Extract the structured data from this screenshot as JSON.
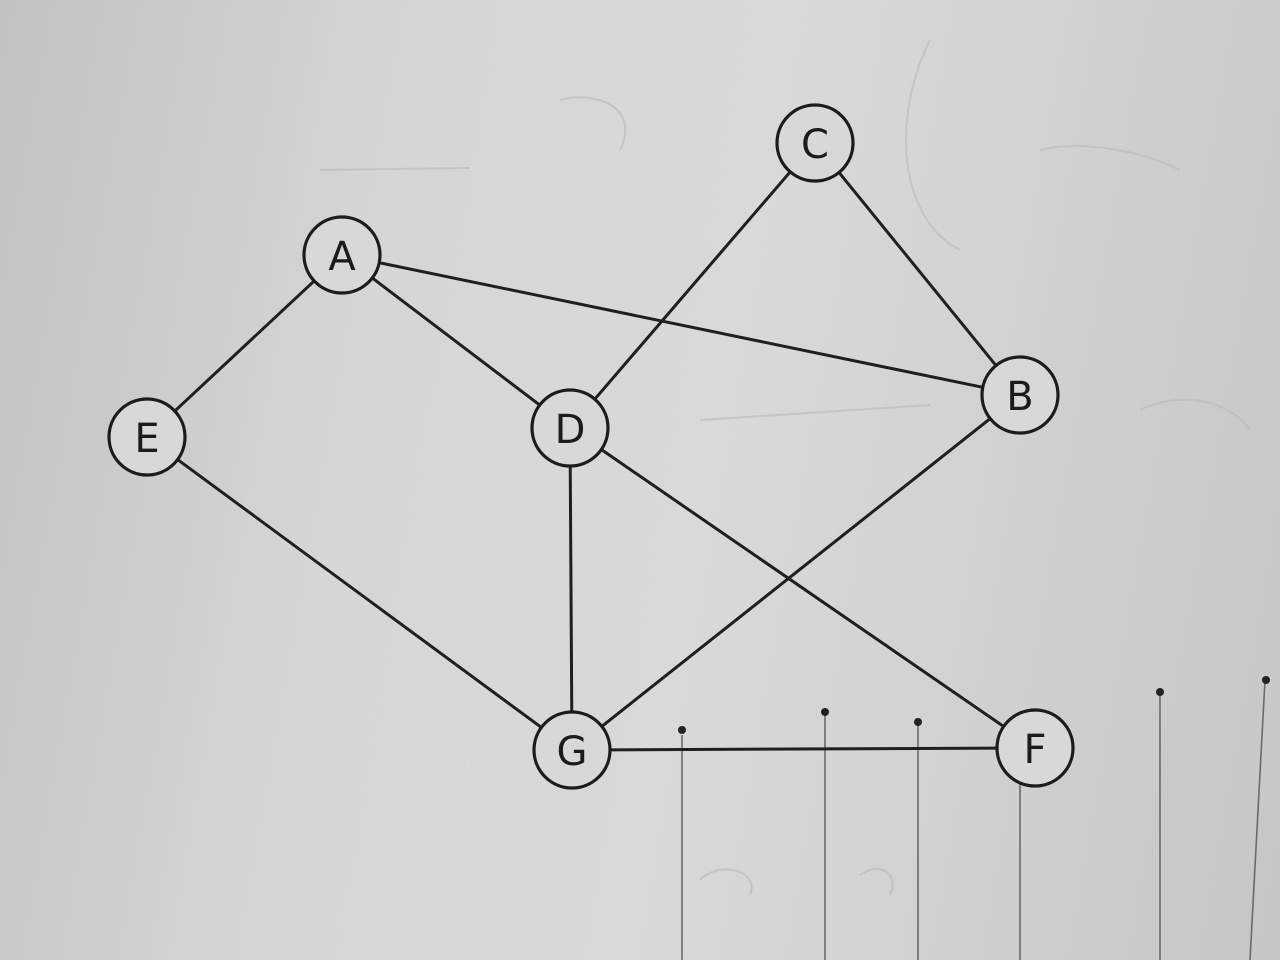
{
  "graph": {
    "nodes": [
      {
        "id": "A",
        "label": "A"
      },
      {
        "id": "B",
        "label": "B"
      },
      {
        "id": "C",
        "label": "C"
      },
      {
        "id": "D",
        "label": "D"
      },
      {
        "id": "E",
        "label": "E"
      },
      {
        "id": "F",
        "label": "F"
      },
      {
        "id": "G",
        "label": "G"
      }
    ],
    "edges": [
      [
        "E",
        "A"
      ],
      [
        "A",
        "D"
      ],
      [
        "A",
        "B"
      ],
      [
        "C",
        "D"
      ],
      [
        "C",
        "B"
      ],
      [
        "D",
        "G"
      ],
      [
        "D",
        "F"
      ],
      [
        "E",
        "G"
      ],
      [
        "B",
        "G"
      ],
      [
        "G",
        "F"
      ]
    ]
  },
  "colors": {
    "ink": "#1f1f1f",
    "paper": "#d6d6d6"
  }
}
